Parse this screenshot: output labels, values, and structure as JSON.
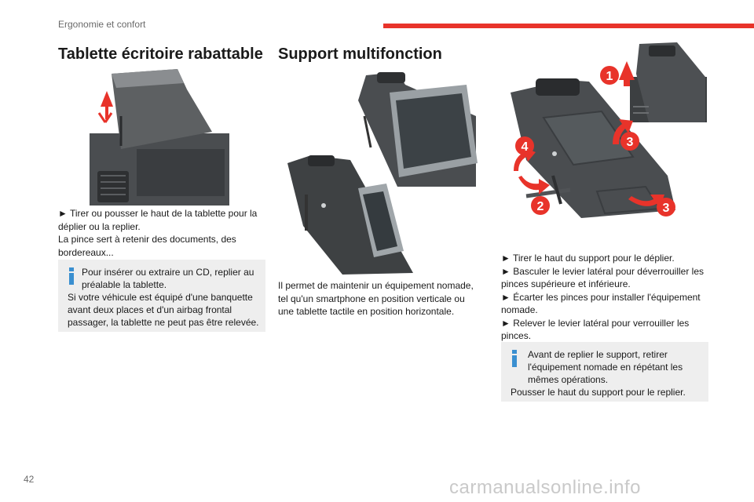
{
  "header": {
    "section_title": "Ergonomie et confort",
    "accent_color": "#e8332a"
  },
  "left_column": {
    "heading": "Tablette écritoire rabattable",
    "instruction": "► Tirer ou pousser le haut de la tablette pour la déplier ou la replier.",
    "instruction_2": "La pince sert à retenir des documents, des bordereaux...",
    "note_line_1": "Pour insérer ou extraire un CD, replier au préalable la tablette.",
    "note_line_2": "Si votre véhicule est équipé d'une banquette avant deux places et d'un airbag frontal passager, la tablette ne peut pas être relevée."
  },
  "middle_column": {
    "heading": "Support multifonction",
    "description": "Il permet de maintenir un équipement nomade, tel qu'un smartphone en position verticale ou une tablette tactile en position horizontale."
  },
  "right_column": {
    "callouts": [
      "1",
      "2",
      "3",
      "3",
      "4"
    ],
    "step_1": "► Tirer le haut du support pour le déplier.",
    "step_2": "► Basculer le levier latéral pour déverrouiller les pinces supérieure et inférieure.",
    "step_3": "► Écarter les pinces pour installer l'équipement nomade.",
    "step_4": "► Relever le levier latéral pour verrouiller les pinces.",
    "note_line_1": "Avant de replier le support, retirer l'équipement nomade en répétant les mêmes opérations.",
    "note_line_2": "Pousser le haut du support pour le replier."
  },
  "footer": {
    "page_number": "42",
    "watermark": "carmanualsonline.info"
  },
  "colors": {
    "note_background": "#eeeeee",
    "info_icon": "#3a8fd0",
    "callout_red": "#e8332a",
    "device_dark": "#3b3e40"
  }
}
